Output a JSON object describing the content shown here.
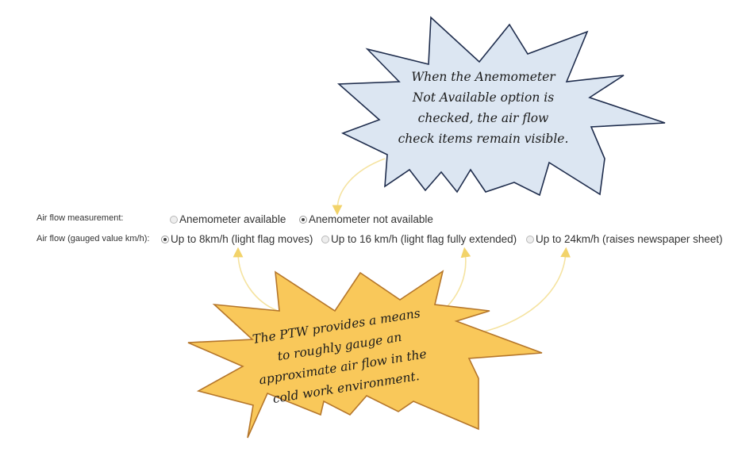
{
  "form": {
    "rows": [
      {
        "label": "Air flow measurement:",
        "options": [
          {
            "label": "Anemometer available",
            "checked": false
          },
          {
            "label": "Anemometer not available",
            "checked": true
          }
        ]
      },
      {
        "label": "Air flow (gauged value km/h):",
        "options": [
          {
            "label": "Up to 8km/h (light flag moves)",
            "checked": true
          },
          {
            "label": "Up to 16 km/h (light flag fully extended)",
            "checked": false
          },
          {
            "label": "Up to 24km/h (raises newspaper sheet)",
            "checked": false
          }
        ]
      }
    ]
  },
  "callouts": {
    "blue": {
      "lines": [
        "When the Anemometer",
        "Not Available option is",
        "checked, the air flow",
        "check items remain visible."
      ],
      "fill": "#dce6f2",
      "stroke": "#1f2d4d"
    },
    "yellow": {
      "lines": [
        "The PTW provides a means",
        "to roughly gauge an",
        "approximate air flow in the",
        "cold work environment."
      ],
      "fill": "#f9c85a",
      "stroke": "#b5762a"
    },
    "arrow_color": "#f5e6a8"
  }
}
